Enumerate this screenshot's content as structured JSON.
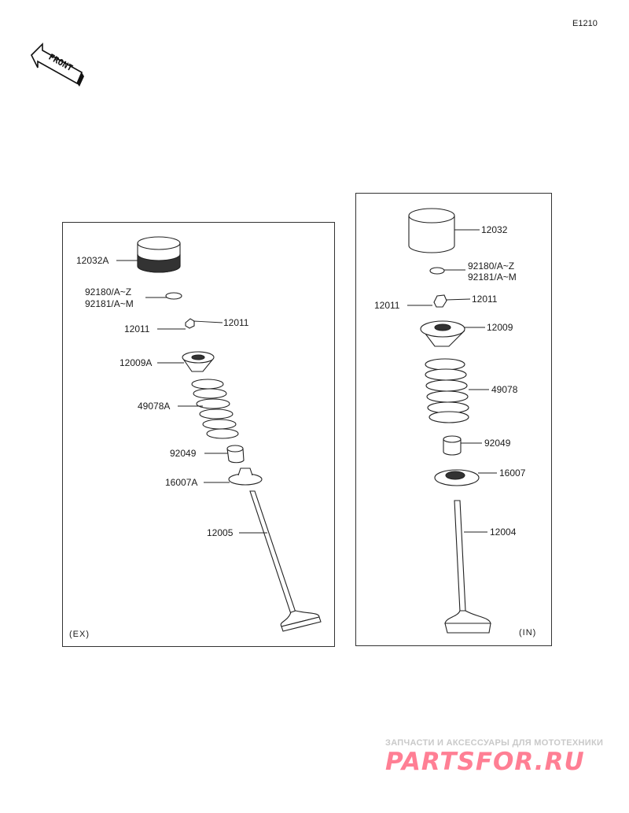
{
  "page_code": "E1210",
  "front_label": "FRONT",
  "ex": {
    "tag": "(EX)",
    "labels": {
      "tappet": "12032A",
      "shim_1": "92180/A~Z",
      "shim_2": "92181/A~M",
      "keeper_left": "12011",
      "keeper_right": "12011",
      "retainer": "12009A",
      "spring": "49078A",
      "seal": "92049",
      "seat": "16007A",
      "valve": "12005"
    }
  },
  "in": {
    "tag": "(IN)",
    "labels": {
      "tappet": "12032",
      "shim_1": "92180/A~Z",
      "shim_2": "92181/A~M",
      "keeper_left": "12011",
      "keeper_right": "12011",
      "retainer": "12009",
      "spring": "49078",
      "seal": "92049",
      "seat": "16007",
      "valve": "12004"
    }
  },
  "watermark": {
    "line1": "ЗАПЧАСТИ И АКСЕССУАРЫ ДЛЯ МОТОТЕХНИКИ",
    "line2": "PARTSFOR.RU"
  }
}
